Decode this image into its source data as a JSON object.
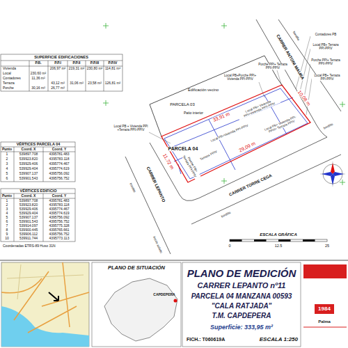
{
  "diagram": {
    "title": "PLANO DE MEDICIÓN",
    "labels": [
      "SUPERFICIE EDIFICACIONES",
      "P.B.",
      "P.P.I",
      "P.P.II",
      "P.P.III",
      "P.P.IV",
      "Vivienda",
      "206,97 m²",
      "219,31 m²",
      "230,80 m²",
      "114,81 m²",
      "Local",
      "230,60 m²",
      "Contadores",
      "11,36 m²",
      "Terraza",
      "43,12 m²",
      "31,06 m²",
      "23,58 m²",
      "126,81 m²",
      "Porche",
      "30,16 m²",
      "26,77 m²",
      "VÉRTICES PARCELA 04",
      "Punto",
      "Coord. X",
      "Coord. Y",
      "1",
      "539897.708",
      "4395781.483",
      "2",
      "539923.820",
      "4395783.118",
      "3",
      "539929.406",
      "4395774.467",
      "4",
      "539929.404",
      "4395774.619",
      "5",
      "539907.137",
      "4395756.092",
      "6",
      "539901.543",
      "4395756.752",
      "VÉRTICES EDIFICIO",
      "Punto",
      "Coord. X",
      "Coord. Y",
      "1",
      "539897.708",
      "4395781.483",
      "2",
      "539923.820",
      "4395783.118",
      "3",
      "539929.406",
      "4395774.467",
      "4",
      "539929.404",
      "4395774.619",
      "5",
      "539907.137",
      "4395756.092",
      "6",
      "539901.543",
      "4395756.752",
      "7",
      "539914.097",
      "4395775.328",
      "8",
      "539900.445",
      "4395765.661",
      "9",
      "539906.112",
      "4395756.752",
      "10",
      "539911.744",
      "4395773.113",
      "Coordenadas ETRS-89 Huso 31N",
      "PARCELA 03",
      "Edificación vecino",
      "Patio interior",
      "PARCELA 04",
      "33,91 m",
      "10,08 m",
      "29,09 m",
      "11,72 m",
      "Porche PPI+ Terraza PPII-PPIV",
      "Local PB+Porche PPI+ Vivienda PPI-PPIV",
      "Contadores PB",
      "Local PB+ Terraza PPI-PPIV",
      "Porche PPI+ Terraza PPII-PPIV",
      "Local PB+ Terraza PPI-PPIV",
      "Local PB+ Vivienda PPI+Vivienda PPII-PPIV",
      "Local PB+Vivienda PPI-PPIV",
      "Local PB+ Vivienda PPI-PPIII+ Terraza PPIV",
      "Terraza PPIV",
      "Porche PB+ Terraza PPI-PPIV",
      "Local PB + Vivienda PPI +Terraza PPII-PPIV",
      "CARRER ANTONI MAURA",
      "CARRER LEPANTO",
      "CARRER TORRE CEGA",
      "bordillo",
      "bordillo",
      "bordillo",
      "bordillo",
      "borde asfalto",
      "ESCALA GRÁFICA",
      "0",
      "12.5",
      "25",
      "PLANO DE SITUACIÓN",
      "CAPDEPERA",
      "CARRER LEPANTO nº11",
      "PARCELA 04 MANZANA 00593",
      "\"CALA RATJADA\"",
      "T.M. CAPDEPERA",
      "Superficie: 333,95 m²",
      "FICH.: T060619A",
      "ESCALA 1:250",
      "1984",
      "Palma"
    ]
  }
}
